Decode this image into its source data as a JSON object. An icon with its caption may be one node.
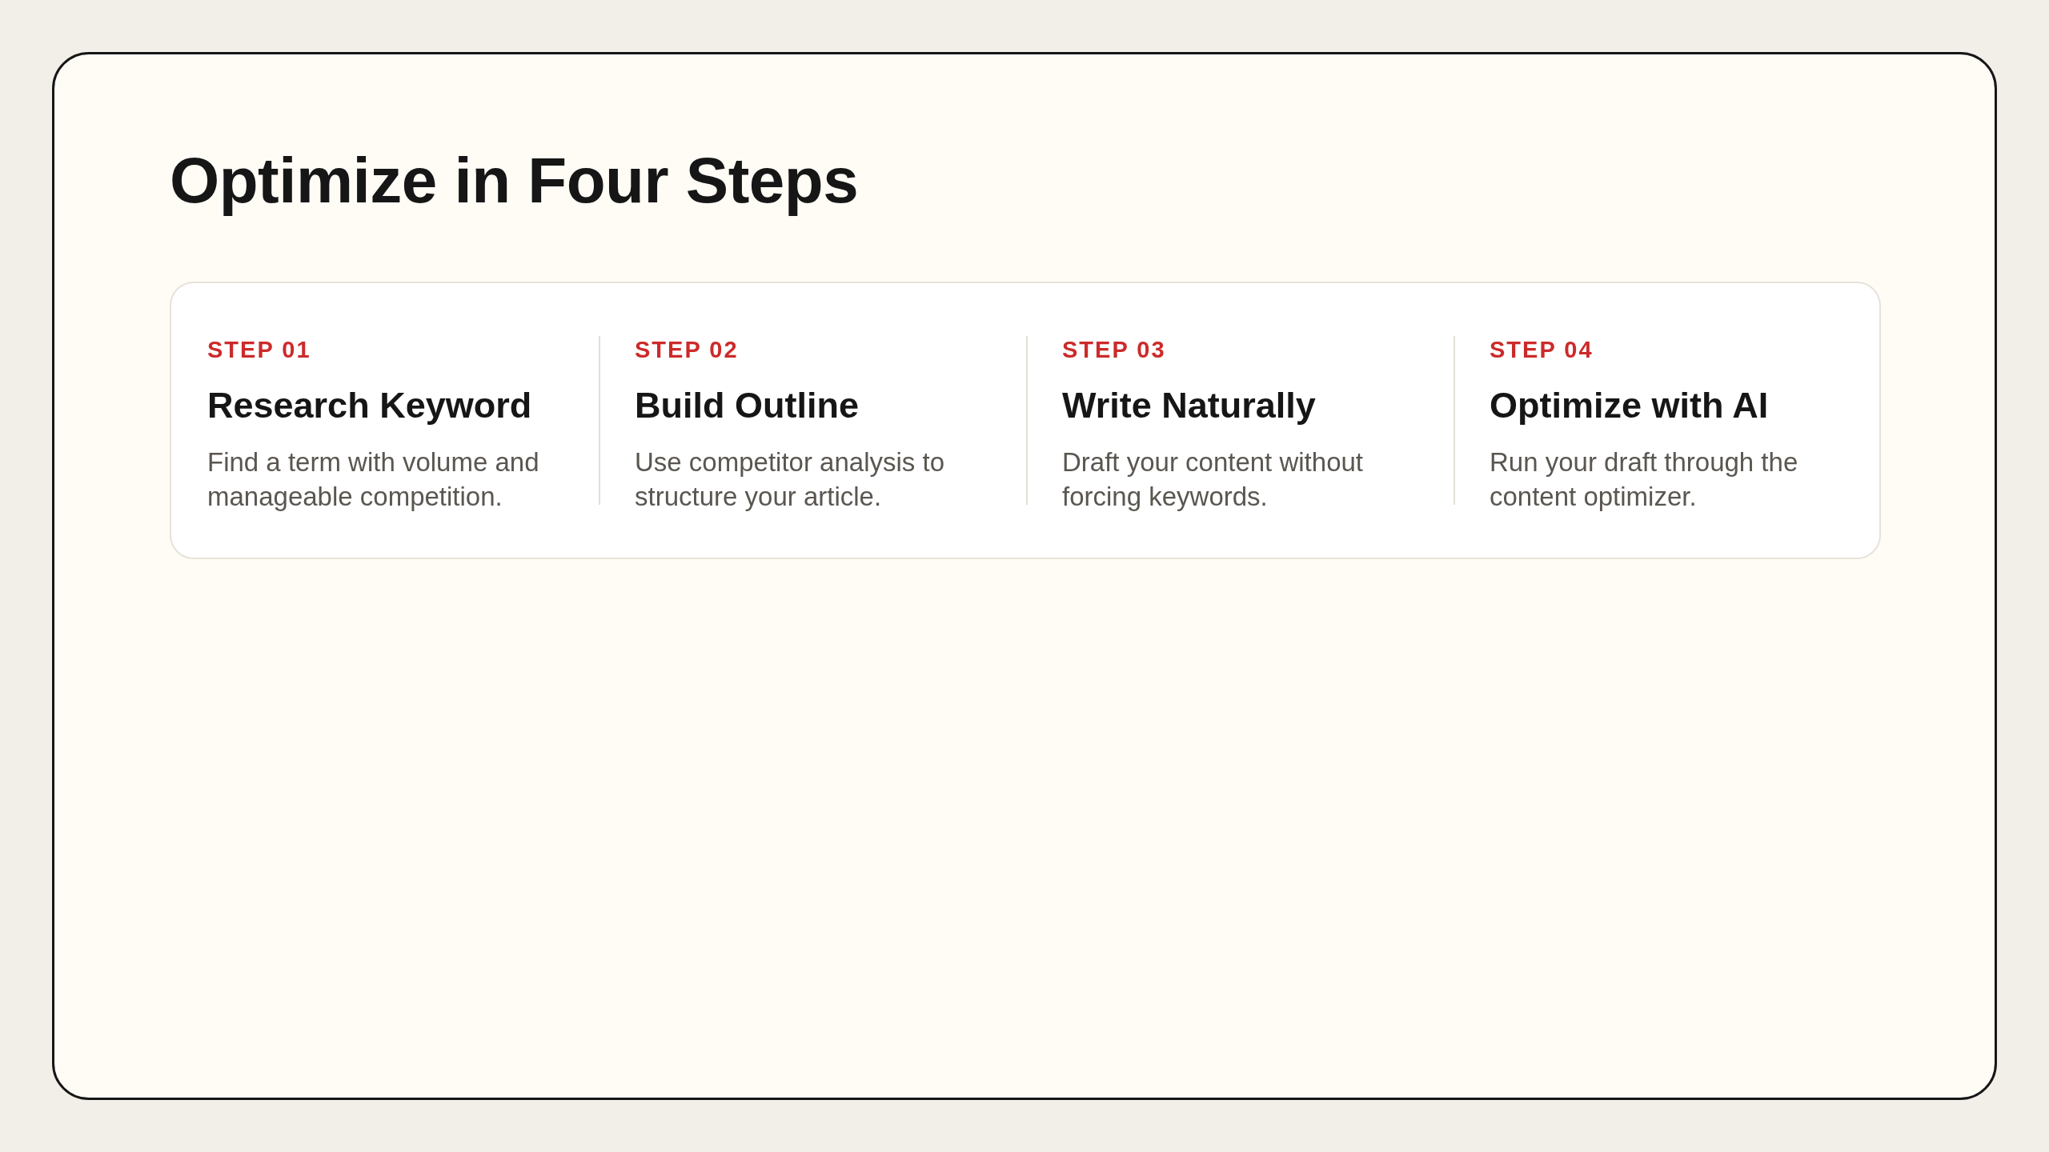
{
  "diagram": {
    "title": "Optimize in Four Steps",
    "nodes": [
      {
        "text": [],
        "shape": "box"
      },
      {
        "text": [
          "STEP 01",
          "Research Keyword",
          "Find a term with volume and manageable competition."
        ],
        "in": 0
      },
      {
        "text": [
          "STEP 02",
          "Build Outline",
          "Use competitor analysis to structure your article."
        ],
        "in": 0
      },
      {
        "text": [
          "STEP 03",
          "Write Naturally",
          "Draft your content without forcing keywords."
        ],
        "in": 0
      },
      {
        "text": [
          "STEP 04",
          "Optimize with AI",
          "Run your draft through the content optimizer."
        ],
        "in": 0
      }
    ]
  }
}
